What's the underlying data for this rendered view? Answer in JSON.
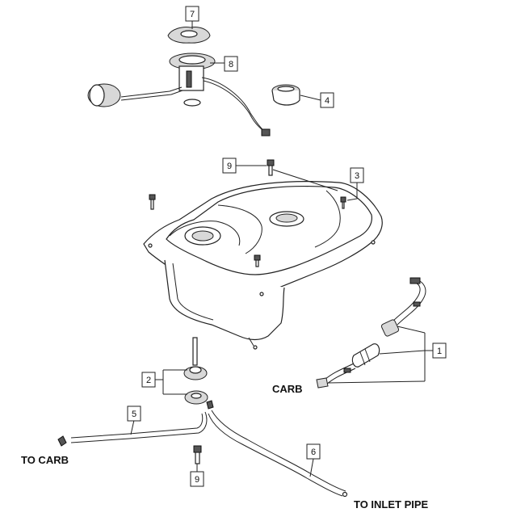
{
  "callouts": {
    "c1": "1",
    "c2": "2",
    "c3": "3",
    "c4": "4",
    "c5": "5",
    "c6": "6",
    "c7": "7",
    "c8": "8",
    "c9a": "9",
    "c9b": "9"
  },
  "labels": {
    "carb_right": "CARB",
    "to_carb": "TO CARB",
    "to_inlet_pipe": "TO INLET PIPE"
  }
}
